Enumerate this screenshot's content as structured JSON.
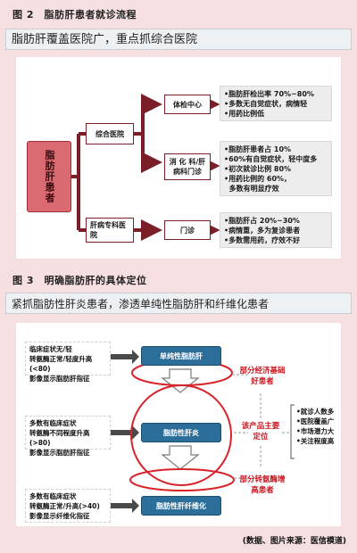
{
  "fig2": {
    "title": "图 2　脂肪肝患者就诊流程",
    "banner": "脂肪肝覆盖医院广，重点抓综合医院",
    "patient": "脂肪肝患者",
    "general_hospital": "综合医院",
    "specialty_hospital": "肝病专科医院",
    "exam_center": "体检中心",
    "gi_clinic": "消 化 科/肝病科门诊",
    "outpatient": "门诊",
    "exam_stats": [
      "•脂肪肝检出率 70%~80%",
      "•多数无自觉症状，病情轻",
      "•用药比例低"
    ],
    "gi_stats": [
      "•脂肪肝患者占 10%",
      "•60%有自觉症状，轻中度多",
      "•初次就诊比例 80%",
      "•用药比例的 60%，",
      "  多数有明显疗效"
    ],
    "specialty_stats": [
      "•脂肪肝占 20%~30%",
      "•病情重，多为复诊患者",
      "•多数需用药，疗效不好"
    ]
  },
  "fig3": {
    "title": "图 3　明确脂肪肝的具体定位",
    "banner": "紧抓脂肪性肝炎患者，渗透单纯性脂肪肝和纤维化患者",
    "left_groups": [
      [
        "临床症状无/轻",
        "转氨酶正常/轻度升高(<80)",
        "影像显示脂肪肝指征"
      ],
      [
        "多数有临床症状",
        "转氨酶不同程度升高(>80)",
        "影像显示脂肪肝指征"
      ],
      [
        "多数有临床症状",
        "转氨酶正常/升高(>40)",
        "影像显示纤维化指征"
      ]
    ],
    "stages": [
      "单纯性脂肪肝",
      "脂肪性肝炎",
      "脂肪性肝纤维化"
    ],
    "red_top": "部分经济基础好患者",
    "red_mid": "该产品主要定位",
    "red_bottom": "部分转氨酶增高患者",
    "right_list": [
      "•就诊人数多",
      "•医院覆盖广",
      "•市场潜力大",
      "•关注程度高"
    ]
  },
  "source": "(数据、图片来源：医信模道)"
}
